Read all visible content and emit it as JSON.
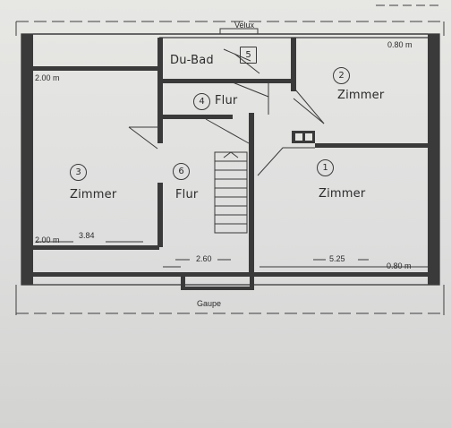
{
  "plan": {
    "top_label": "Velux",
    "bottom_label": "Gaupe",
    "rooms": [
      {
        "number": "5",
        "name": "Du-Bad"
      },
      {
        "number": "4",
        "name": "Flur"
      },
      {
        "number": "2",
        "name": "Zimmer"
      },
      {
        "number": "3",
        "name": "Zimmer"
      },
      {
        "number": "6",
        "name": "Flur"
      },
      {
        "number": "1",
        "name": "Zimmer"
      }
    ],
    "dimensions": {
      "top_right_height": "0.80 m",
      "left_top_height": "2.00 m",
      "left_bottom_height": "2.00 m",
      "room3_width": "3.84",
      "flur_width": "2.60",
      "room1_width": "5.25",
      "bottom_right_height": "0.80 m"
    }
  }
}
